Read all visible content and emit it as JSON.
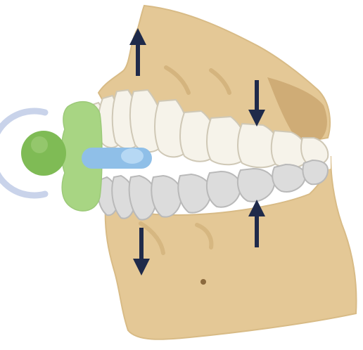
{
  "diagram": {
    "subject": "pacifier-in-mouth-jaw-pressure-diagram",
    "colors": {
      "jaw": "#e4c896",
      "jaw_shadow": "#c9a56e",
      "jaw_outline": "#d8bb86",
      "tooth": "#f6f3ea",
      "tooth_outline": "#cfc8b6",
      "lower_tooth": "#dcdcdc",
      "lower_tooth_outline": "#b9b9b9",
      "pacifier_shield": "#a8d583",
      "pacifier_button": "#7fbb55",
      "pacifier_ring": "#c9d3ea",
      "pacifier_nipple": "#8fbfe8",
      "arrow": "#1f2a4a",
      "mole": "#8b6a3e"
    },
    "arrows": [
      {
        "name": "upper-jaw-up-arrow",
        "direction": "up"
      },
      {
        "name": "upper-teeth-down-arrow",
        "direction": "down"
      },
      {
        "name": "lower-jaw-down-arrow",
        "direction": "down"
      },
      {
        "name": "lower-teeth-up-arrow",
        "direction": "up"
      }
    ]
  }
}
